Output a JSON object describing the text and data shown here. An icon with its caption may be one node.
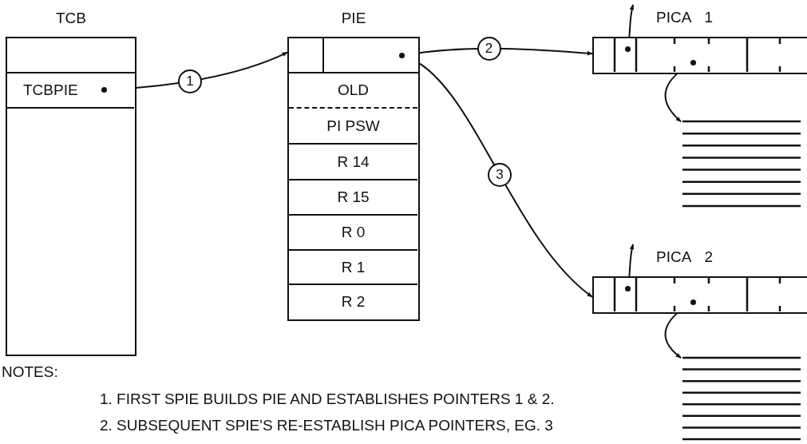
{
  "diagram": {
    "nodes": [
      {
        "text": [
          "TCB"
        ]
      },
      {
        "text": [
          "TCBPIE"
        ],
        "in": 0
      },
      {
        "text": [],
        "shape": "circle",
        "in": 1
      },
      {
        "text": [
          "PIE"
        ]
      },
      {
        "text": [],
        "shape": "circle",
        "in": 3
      },
      {
        "text": [
          "OLD"
        ],
        "in": 3
      },
      {
        "text": [
          "PI PSW"
        ],
        "in": 3
      },
      {
        "text": [
          "R 14"
        ],
        "in": 3
      },
      {
        "text": [
          "R 15"
        ],
        "in": 3
      },
      {
        "text": [
          "R 0"
        ],
        "in": 3
      },
      {
        "text": [
          "R 1"
        ],
        "in": 3
      },
      {
        "text": [
          "R 2"
        ],
        "in": 3
      },
      {
        "text": [
          "PICA 1"
        ]
      },
      {
        "text": [],
        "shape": "circle",
        "in": 12
      },
      {
        "text": [],
        "shape": "circle",
        "in": 12
      },
      {
        "text": [],
        "shape": "picture"
      },
      {
        "text": [
          "PICA 2"
        ]
      },
      {
        "text": [],
        "shape": "circle",
        "in": 16
      },
      {
        "text": [],
        "shape": "circle",
        "in": 16
      },
      {
        "text": [],
        "shape": "picture"
      }
    ],
    "edges": [
      {
        "from": 2,
        "to": 3,
        "arrow": "to",
        "label": "1"
      },
      {
        "from": 4,
        "to": 12,
        "arrow": "to",
        "label": "2"
      },
      {
        "from": 4,
        "to": 16,
        "arrow": "to",
        "label": "3"
      },
      {
        "from": 13,
        "to": null,
        "arrow": "to"
      },
      {
        "from": 14,
        "to": 15,
        "arrow": "to"
      },
      {
        "from": 17,
        "to": null,
        "arrow": "to"
      },
      {
        "from": 18,
        "to": 19,
        "arrow": "to"
      }
    ],
    "labels": [
      "NOTES:",
      "1. FIRST SPIE BUILDS PIE AND ESTABLISHES POINTERS 1 & 2.",
      "2. SUBSEQUENT SPIE'S RE-ESTABLISH PICA POINTERS, EG. 3"
    ]
  }
}
